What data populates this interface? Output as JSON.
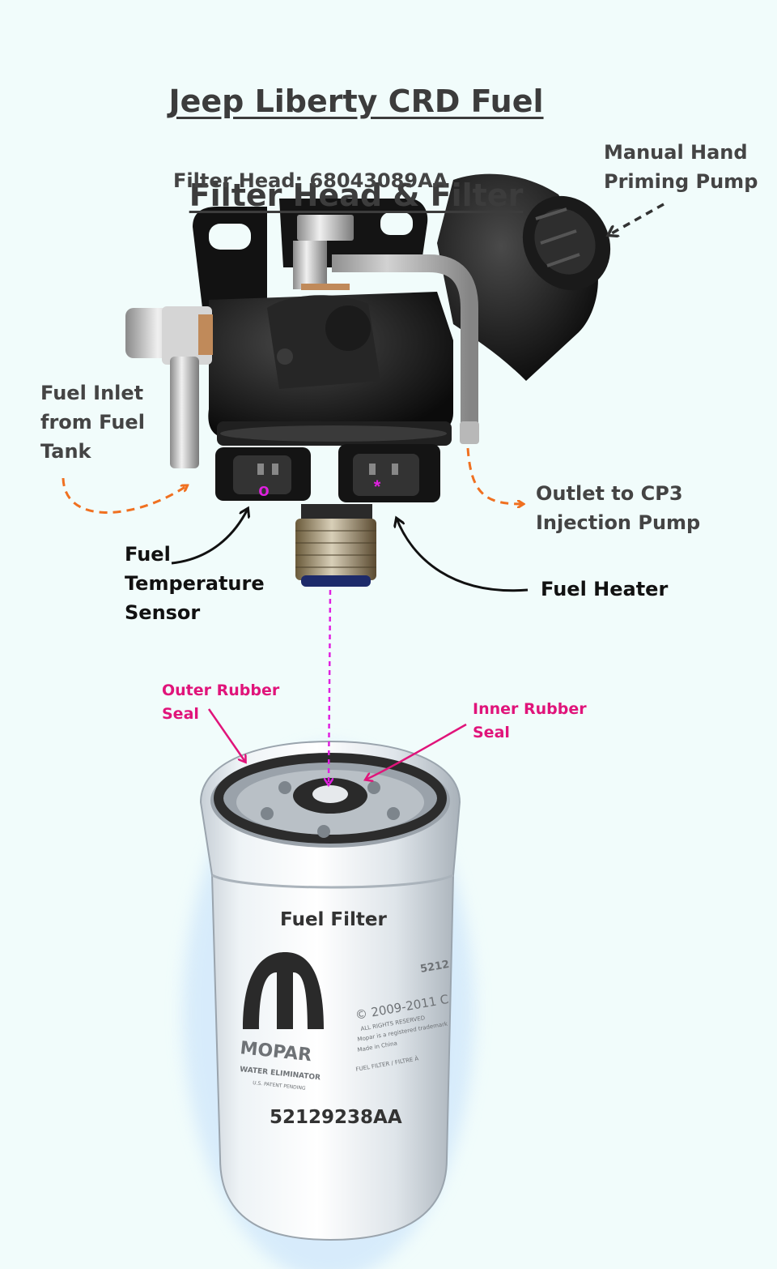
{
  "title": {
    "line1": "Jeep Liberty CRD Fuel",
    "line2": "Filter Head & Filter"
  },
  "labels": {
    "filter_head": "Filter Head: 68043089AA",
    "priming_pump": "Manual Hand\nPriming Pump",
    "fuel_inlet": "Fuel Inlet\nfrom Fuel\nTank",
    "outlet": "Outlet to CP3\nInjection Pump",
    "temp_sensor": "Fuel\nTemperature\nSensor",
    "fuel_heater": "Fuel Heater",
    "outer_seal": "Outer Rubber\nSeal",
    "inner_seal": "Inner Rubber\nSeal",
    "fuel_filter": "Fuel Filter",
    "filter_part": "52129238AA"
  },
  "connector_marks": {
    "temp_sensor_mark": "o",
    "heater_mark": "*"
  },
  "filter_printing": {
    "brand": "MOPAR",
    "water_eliminator": "WATER ELIMINATOR",
    "patent": "U.S. PATENT PENDING",
    "copyright": "© 2009-2011 C",
    "rights": "ALL RIGHTS RESERVED",
    "registered": "Mopar is a registered trademark",
    "made_in": "Made in China",
    "fuel_filter_line": "FUEL FILTER / FILTRE À",
    "part_partial": "5212"
  },
  "colors": {
    "background": "#f1fcfb",
    "orange_arrow": "#f07020",
    "pink_accent": "#e0147a",
    "magenta_line": "#e020e0"
  }
}
